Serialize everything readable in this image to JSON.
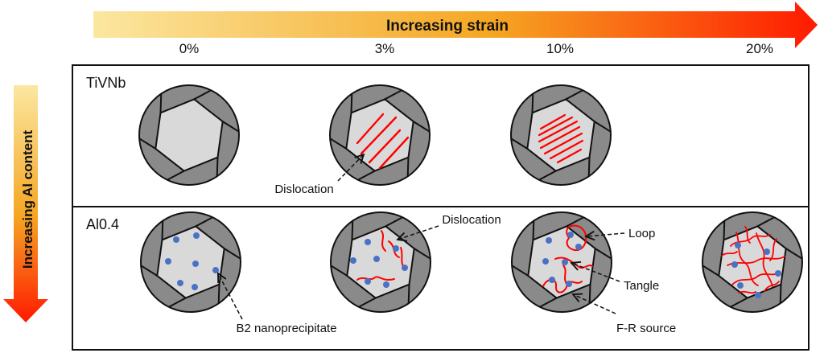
{
  "strain_arrow": {
    "label": "Increasing strain"
  },
  "al_arrow": {
    "label": "Increasing Al content"
  },
  "strain_levels": [
    "0%",
    "3%",
    "10%",
    "20%"
  ],
  "rows": [
    {
      "alloy": "TiVNb"
    },
    {
      "alloy": "Al0.4"
    }
  ],
  "annotations": {
    "dislocation_row1": "Dislocation",
    "dislocation_row2": "Dislocation",
    "b2": "B2 nanoprecipitate",
    "loop": "Loop",
    "tangle": "Tangle",
    "fr_source": "F-R source"
  },
  "colors": {
    "arrow_start": "#fbe7a0",
    "arrow_mid": "#f5a623",
    "arrow_end": "#ff1a00",
    "grain_fill": "#d9d9d9",
    "outer_ring": "#8a8a8a",
    "dislocation": "#ff0000",
    "precipitate": "#4a72c4"
  }
}
